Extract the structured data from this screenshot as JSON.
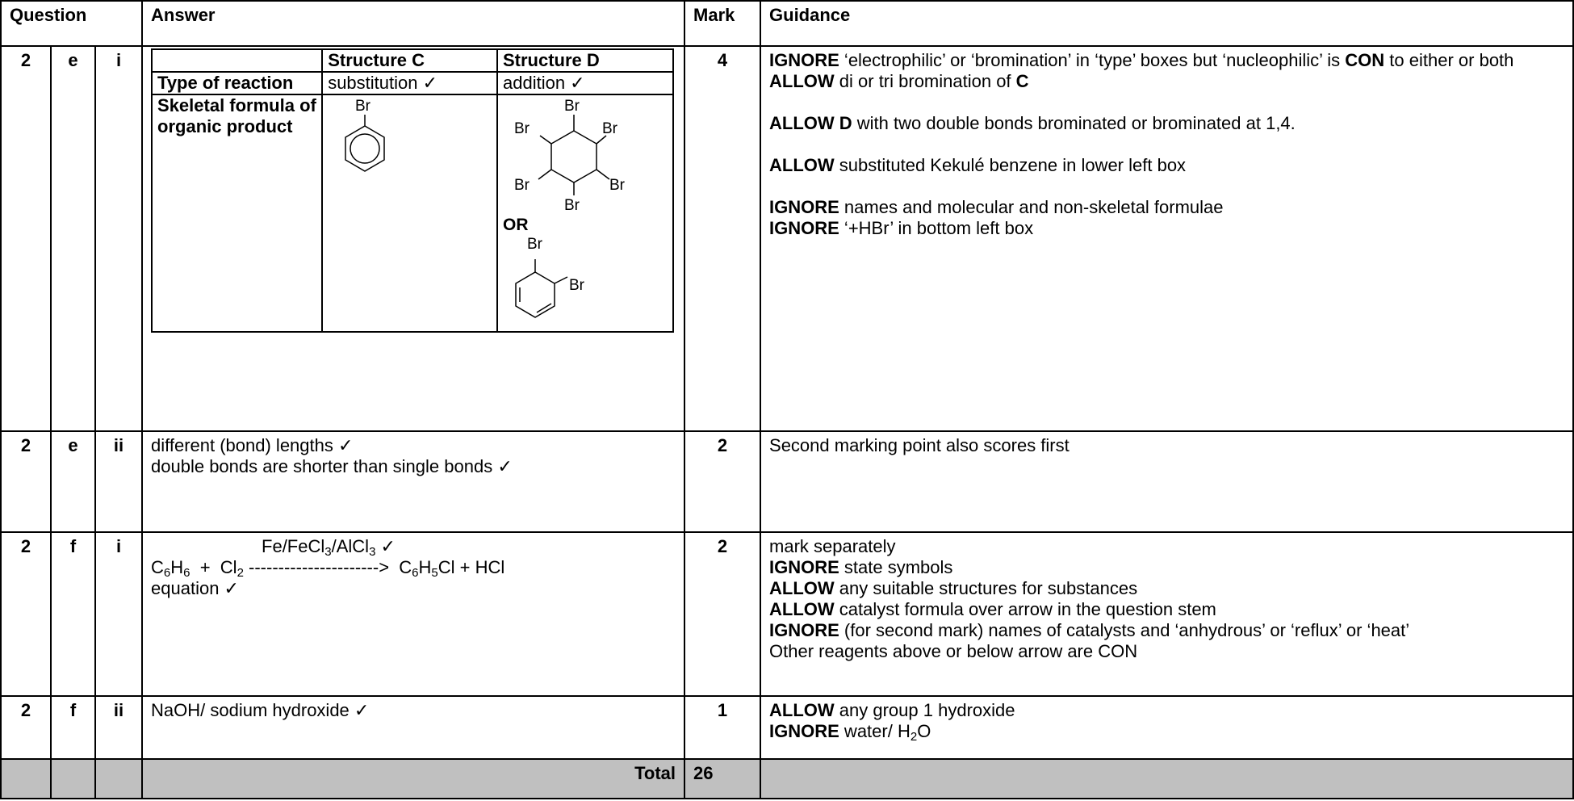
{
  "headers": {
    "question": "Question",
    "answer": "Answer",
    "mark": "Mark",
    "guidance": "Guidance"
  },
  "rows": {
    "r1": {
      "q1": "2",
      "q2": "e",
      "q3": "i",
      "mark": "4"
    },
    "r2": {
      "q1": "2",
      "q2": "e",
      "q3": "ii",
      "mark": "2"
    },
    "r3": {
      "q1": "2",
      "q2": "f",
      "q3": "i",
      "mark": "2"
    },
    "r4": {
      "q1": "2",
      "q2": "f",
      "q3": "ii",
      "mark": "1"
    }
  },
  "inner": {
    "col_c": "Structure C",
    "col_d": "Structure D",
    "type_label": "Type of reaction",
    "type_c": "substitution ✓",
    "type_d": "addition ✓",
    "skeletal_label": "Skeletal formula of organic product",
    "br": "Br",
    "or": "OR"
  },
  "guidance1": {
    "g1_kw": "IGNORE",
    "g1_a": " ‘electrophilic’ or ‘bromination’ in ‘type’ boxes but ‘nucleophilic’ is ",
    "g1_kw2": "CON",
    "g1_b": " to either or both",
    "g2_kw": "ALLOW",
    "g2_a": " di or tri bromination of ",
    "g2_kw2": "C",
    "g3_kw": "ALLOW D",
    "g3_a": " with two double bonds brominated or brominated at 1,4.",
    "g4_kw": "ALLOW",
    "g4_a": " substituted Kekulé benzene in lower left box",
    "g5_kw": "IGNORE",
    "g5_a": " names and molecular and non-skeletal formulae",
    "g6_kw": "IGNORE",
    "g6_a": " ‘+HBr’ in bottom left box"
  },
  "answer2": {
    "line1": "different (bond) lengths ✓",
    "line2": "double bonds are shorter than single bonds ✓"
  },
  "guidance2": "Second marking point also scores first",
  "answer3": {
    "cat_a": "Fe/FeCl",
    "cat_s1": "3",
    "cat_b": "/AlCl",
    "cat_s2": "3",
    "cat_c": " ✓",
    "c": "C",
    "s6": "6",
    "h": "H",
    "plus": "  +  Cl",
    "s2": "2",
    "arrow": " ---------------------->  C",
    "s6b": "6",
    "h5": "H",
    "s5": "5",
    "tail": "Cl + HCl",
    "line3": "equation ✓"
  },
  "guidance3": {
    "l1": "mark separately",
    "l2_kw": "IGNORE",
    "l2": " state symbols",
    "l3_kw": "ALLOW",
    "l3": " any suitable structures for substances",
    "l4_kw": "ALLOW",
    "l4": " catalyst formula over arrow in the question stem",
    "l5_kw": "IGNORE",
    "l5": "  (for second mark) names of catalysts and ‘anhydrous’ or ‘reflux’ or ‘heat’",
    "l6": "Other reagents above or below arrow are CON"
  },
  "answer4": "NaOH/ sodium hydroxide ✓",
  "guidance4": {
    "l1_kw": "ALLOW",
    "l1": " any group 1 hydroxide",
    "l2_kw": "IGNORE",
    "l2": " water/ H",
    "l2_sub": "2",
    "l2_end": "O"
  },
  "total": {
    "label": "Total",
    "value": "26"
  }
}
